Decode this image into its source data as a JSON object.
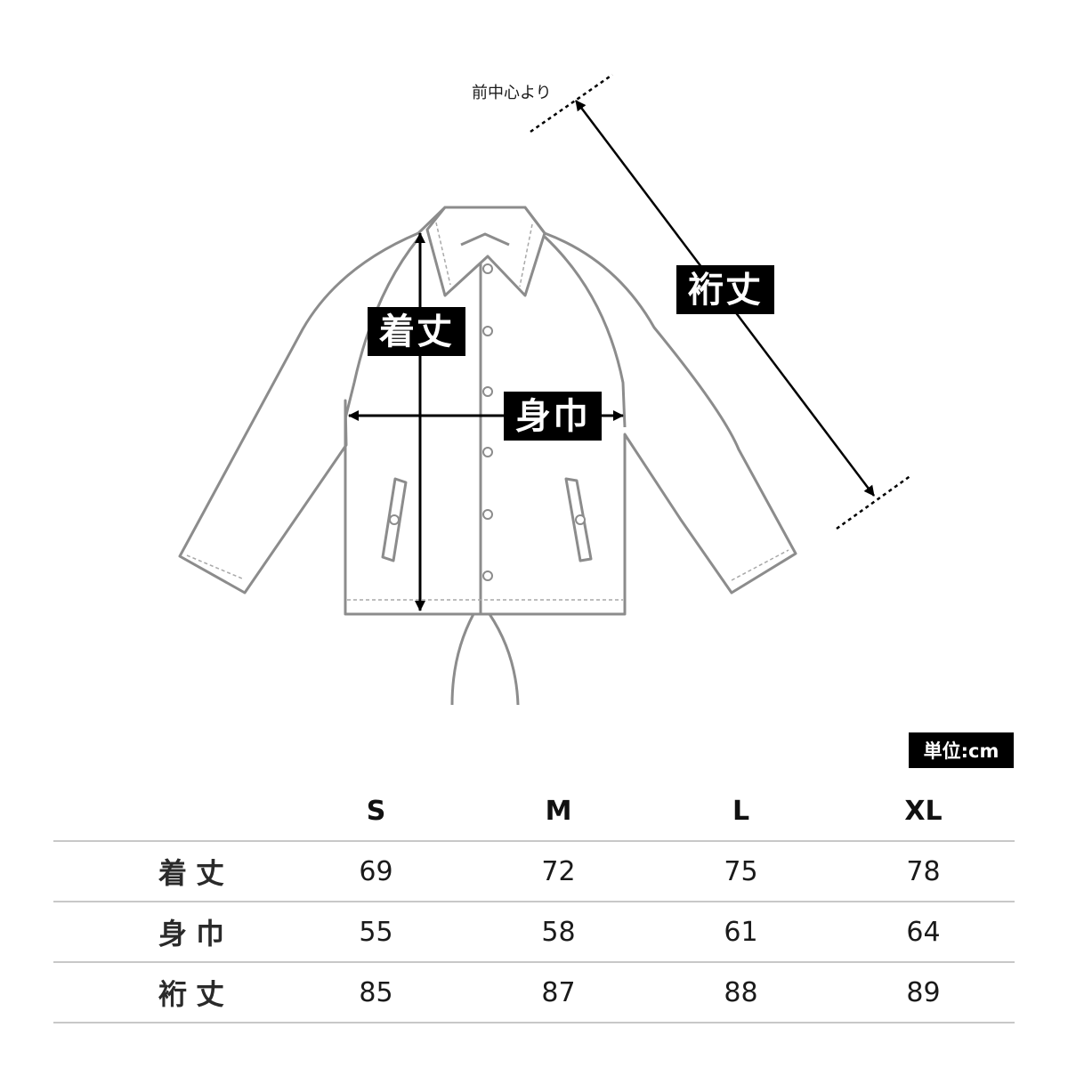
{
  "diagram": {
    "note_front_center": "前中心より",
    "labels": {
      "length": "着丈",
      "width": "身巾",
      "sleeve": "裄丈"
    }
  },
  "unit": "単位:cm",
  "size_table": {
    "columns": [
      "S",
      "M",
      "L",
      "XL"
    ],
    "rows": [
      {
        "label": "着丈",
        "values": [
          "69",
          "72",
          "75",
          "78"
        ]
      },
      {
        "label": "身巾",
        "values": [
          "55",
          "58",
          "61",
          "64"
        ]
      },
      {
        "label": "裄丈",
        "values": [
          "85",
          "87",
          "88",
          "89"
        ]
      }
    ]
  },
  "colors": {
    "outline": "#8c8c8c",
    "tag_bg": "#000000",
    "rule": "#c8c8c8"
  }
}
